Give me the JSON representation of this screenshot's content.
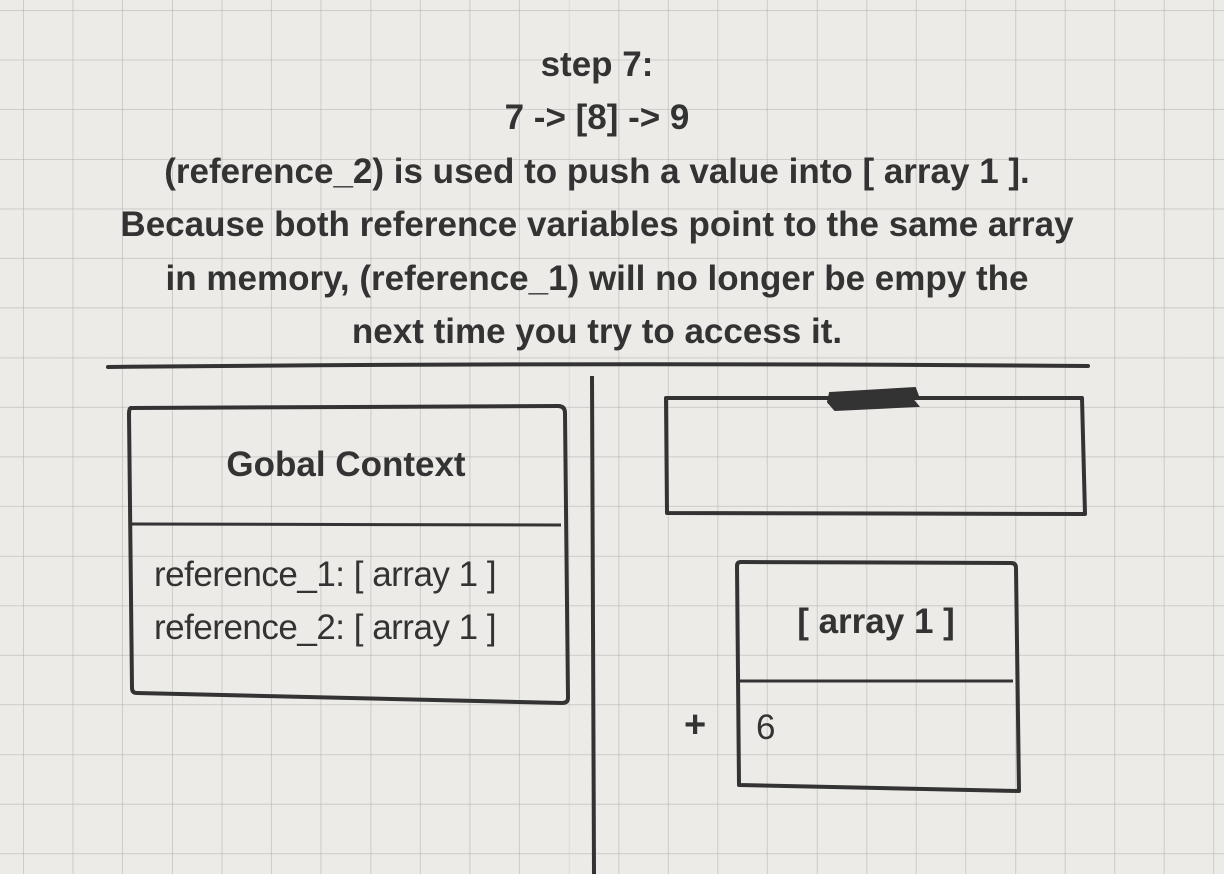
{
  "heading": {
    "line1": "step 7:",
    "line2": "7 -> [8] -> 9",
    "line3": "(reference_2) is used to push a value into [ array 1 ].",
    "line4": "Because both reference variables point to the same array",
    "line5": "in memory, (reference_1) will no longer be empy the",
    "line6": "next time you try to access it."
  },
  "global_context": {
    "title": "Gobal Context",
    "rows": [
      "reference_1: [ array 1 ]",
      "reference_2: [ array 1 ]"
    ]
  },
  "array_box": {
    "title": "[ array 1 ]",
    "push_symbol": "+",
    "values": [
      "6"
    ]
  },
  "colors": {
    "background": "#edebe8",
    "stroke": "#333333",
    "grid": "#b4b2af"
  }
}
